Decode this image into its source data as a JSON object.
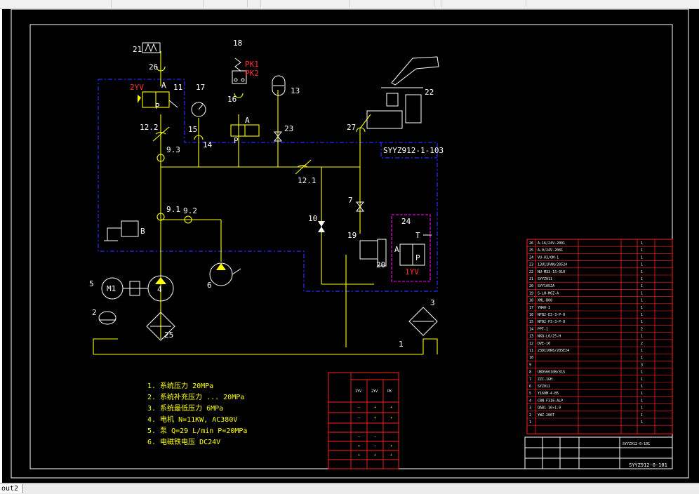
{
  "app": {
    "layout_tab_label": "out2"
  },
  "labels": {
    "n21": "21",
    "n18": "18",
    "n26": "26",
    "n17": "17",
    "n16": "16",
    "n13": "13",
    "n11": "11",
    "n22": "22",
    "n27": "27",
    "n15": "15",
    "n14": "14",
    "n23": "23",
    "n12_2": "12.2",
    "n9_3": "9.3",
    "n12_1": "12.1",
    "n7": "7",
    "n9_1": "9.1",
    "n9_2": "9.2",
    "n10": "10",
    "n19": "19",
    "n24": "24",
    "n20": "20",
    "n5": "5",
    "n4": "4",
    "n6": "6",
    "n2": "2",
    "n25": "25",
    "n3": "3",
    "n1": "1",
    "nB": "B",
    "nA1": "A",
    "nP1": "P",
    "nA2": "A",
    "nP2": "P",
    "nA3": "A",
    "nT3": "T",
    "nP3": "P",
    "m1": "M1"
  },
  "red_labels": {
    "pk1": "PK1",
    "pk2": "PK2",
    "yv2": "2YV",
    "yv1": "1YV"
  },
  "blue_box_label": "SYYZ912-1-103",
  "notes": {
    "lines": [
      "1. 系统压力 20MPa",
      "2. 系统补充压力 ... 20MPa",
      "3. 系统最低压力 6MPa",
      "4. 电机 N=11KW, AC380V",
      "5. 泵 Q=29 L/min P=20MPa",
      "6. 电磁铁电压 DC24V"
    ]
  },
  "action_table": {
    "cols": [
      "1YV",
      "2YV",
      "PK"
    ],
    "rows": [
      [
        "",
        "",
        ""
      ],
      [
        "–",
        "+",
        "+"
      ],
      [
        "–",
        "+",
        "+"
      ],
      [
        "",
        "",
        ""
      ],
      [
        "–",
        "–",
        ""
      ],
      [
        "+",
        "–",
        "+"
      ],
      [
        "+",
        "+",
        "+"
      ],
      [
        "",
        "",
        ""
      ]
    ]
  },
  "parts_list": {
    "rows": [
      {
        "no": "26",
        "code": "A-16/24V-2001",
        "qty": "1"
      },
      {
        "no": "25",
        "code": "A-0/24V-2001",
        "qty": "1"
      },
      {
        "no": "24",
        "code": "VU-03/OM-1",
        "qty": "1"
      },
      {
        "no": "23",
        "code": "13U11PAN/20524",
        "qty": "1"
      },
      {
        "no": "22",
        "code": "NU-M33-1S-010",
        "qty": "1"
      },
      {
        "no": "21",
        "code": "SYYZ011",
        "qty": "1"
      },
      {
        "no": "20",
        "code": "SYY1052A",
        "qty": "1"
      },
      {
        "no": "19",
        "code": "S-LH-M6Z-A",
        "qty": "1"
      },
      {
        "no": "18",
        "code": "XML-B08",
        "qty": "1"
      },
      {
        "no": "17",
        "code": "YN40-I",
        "qty": "1"
      },
      {
        "no": "16",
        "code": "NFB2-E3-3-P-0",
        "qty": "1"
      },
      {
        "no": "15",
        "code": "NFB2-P3-3-P-0",
        "qty": "1"
      },
      {
        "no": "14",
        "code": "PPT-1",
        "qty": "2"
      },
      {
        "no": "13",
        "code": "NXQ-L6/25-H",
        "qty": "1"
      },
      {
        "no": "12",
        "code": "DVE-10",
        "qty": "2"
      },
      {
        "no": "11",
        "code": "23DI10R6/205E24",
        "qty": "1"
      },
      {
        "no": "10",
        "code": "",
        "qty": "1"
      },
      {
        "no": "9",
        "code": "",
        "qty": "3"
      },
      {
        "no": "8",
        "code": "UBDS6010B/315",
        "qty": "1"
      },
      {
        "no": "7",
        "code": "ZZC-1GH",
        "qty": "1"
      },
      {
        "no": "6",
        "code": "SYZ011",
        "qty": "1"
      },
      {
        "no": "5",
        "code": "Y160M-4-B5",
        "qty": "1"
      },
      {
        "no": "4",
        "code": "CBN-F316-ALP",
        "qty": "1"
      },
      {
        "no": "3",
        "code": "QAB1-10×1.0",
        "qty": "1"
      },
      {
        "no": "2",
        "code": "YWZ-200T",
        "qty": "1"
      },
      {
        "no": "1",
        "code": "",
        "qty": "1"
      }
    ],
    "drawing_no_small": "SYYZ912-0-101",
    "drawing_no_bottom": "SYYZ912-0-101"
  }
}
